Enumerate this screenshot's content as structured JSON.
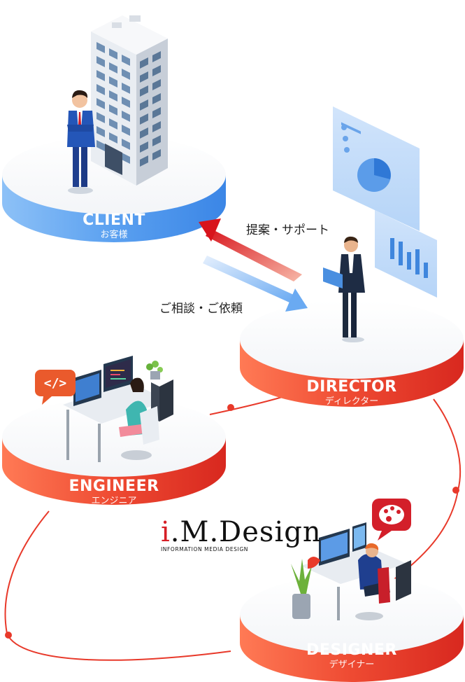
{
  "nodes": {
    "client": {
      "title": "CLIENT",
      "subtitle": "お客様"
    },
    "director": {
      "title": "DIRECTOR",
      "subtitle": "ディレクター"
    },
    "engineer": {
      "title": "ENGINEER",
      "subtitle": "エンジニア"
    },
    "designer": {
      "title": "DESIGNER",
      "subtitle": "デザイナー"
    }
  },
  "flows": {
    "to_client": "提案・サポート",
    "to_director": "ご相談・ご依頼"
  },
  "logo": {
    "mark_i": "i",
    "mark_rest": ".M.Design",
    "tagline": "INFORMATION MEDIA DESIGN"
  },
  "icons": {
    "code_bubble": "</>",
    "palette_bubble": "palette-icon"
  },
  "colors": {
    "client_blue": "#5aa0f0",
    "node_red": "#e8392a",
    "loop_line": "#e8392a"
  }
}
